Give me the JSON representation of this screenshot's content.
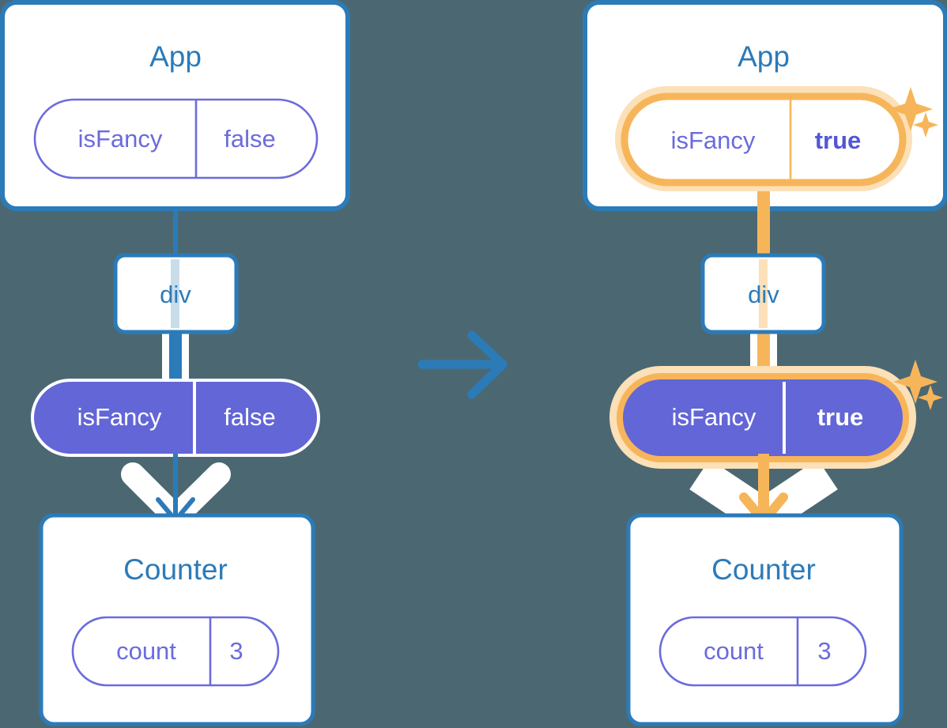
{
  "colors": {
    "background": "#4b6872",
    "card_border": "#2b7bb9",
    "card_fill": "#ffffff",
    "title_text": "#2b7bb9",
    "pill_outline_stroke": "#6b6bdd",
    "pill_outline_text": "#6b6bdd",
    "pill_solid_fill": "#6366d6",
    "pill_solid_text": "#ffffff",
    "highlight_orange": "#f7b55a",
    "highlight_orange_glow": "#fbe0b8",
    "arrow_white": "#ffffff",
    "transition_arrow": "#2b7bb9",
    "thread_line_blue": "#2b7bb9",
    "thread_line_light": "#c9dcea"
  },
  "transition": {
    "icon": "arrow-right-icon",
    "direction": "right"
  },
  "panels": [
    {
      "id": "before",
      "side": "left",
      "app": {
        "title": "App",
        "prop": {
          "name": "isFancy",
          "value": "false",
          "style": "outline",
          "bold_value": false,
          "highlighted": false
        }
      },
      "dom": {
        "title": "div"
      },
      "prop_pill": {
        "name": "isFancy",
        "value": "false",
        "style": "solid",
        "bold_value": false,
        "highlighted": false
      },
      "counter": {
        "title": "Counter",
        "prop": {
          "name": "count",
          "value": "3",
          "style": "outline",
          "bold_value": false,
          "highlighted": false
        }
      },
      "arrow": {
        "name": "render-arrow",
        "color": "#2b7bb9",
        "highlighted": false
      },
      "sparkles": false
    },
    {
      "id": "after",
      "side": "right",
      "app": {
        "title": "App",
        "prop": {
          "name": "isFancy",
          "value": "true",
          "style": "outline",
          "bold_value": true,
          "highlighted": true
        }
      },
      "dom": {
        "title": "div"
      },
      "prop_pill": {
        "name": "isFancy",
        "value": "true",
        "style": "solid",
        "bold_value": true,
        "highlighted": true
      },
      "counter": {
        "title": "Counter",
        "prop": {
          "name": "count",
          "value": "3",
          "style": "outline",
          "bold_value": false,
          "highlighted": false
        }
      },
      "arrow": {
        "name": "render-arrow",
        "color": "#f7b55a",
        "highlighted": true
      },
      "sparkles": true
    }
  ]
}
